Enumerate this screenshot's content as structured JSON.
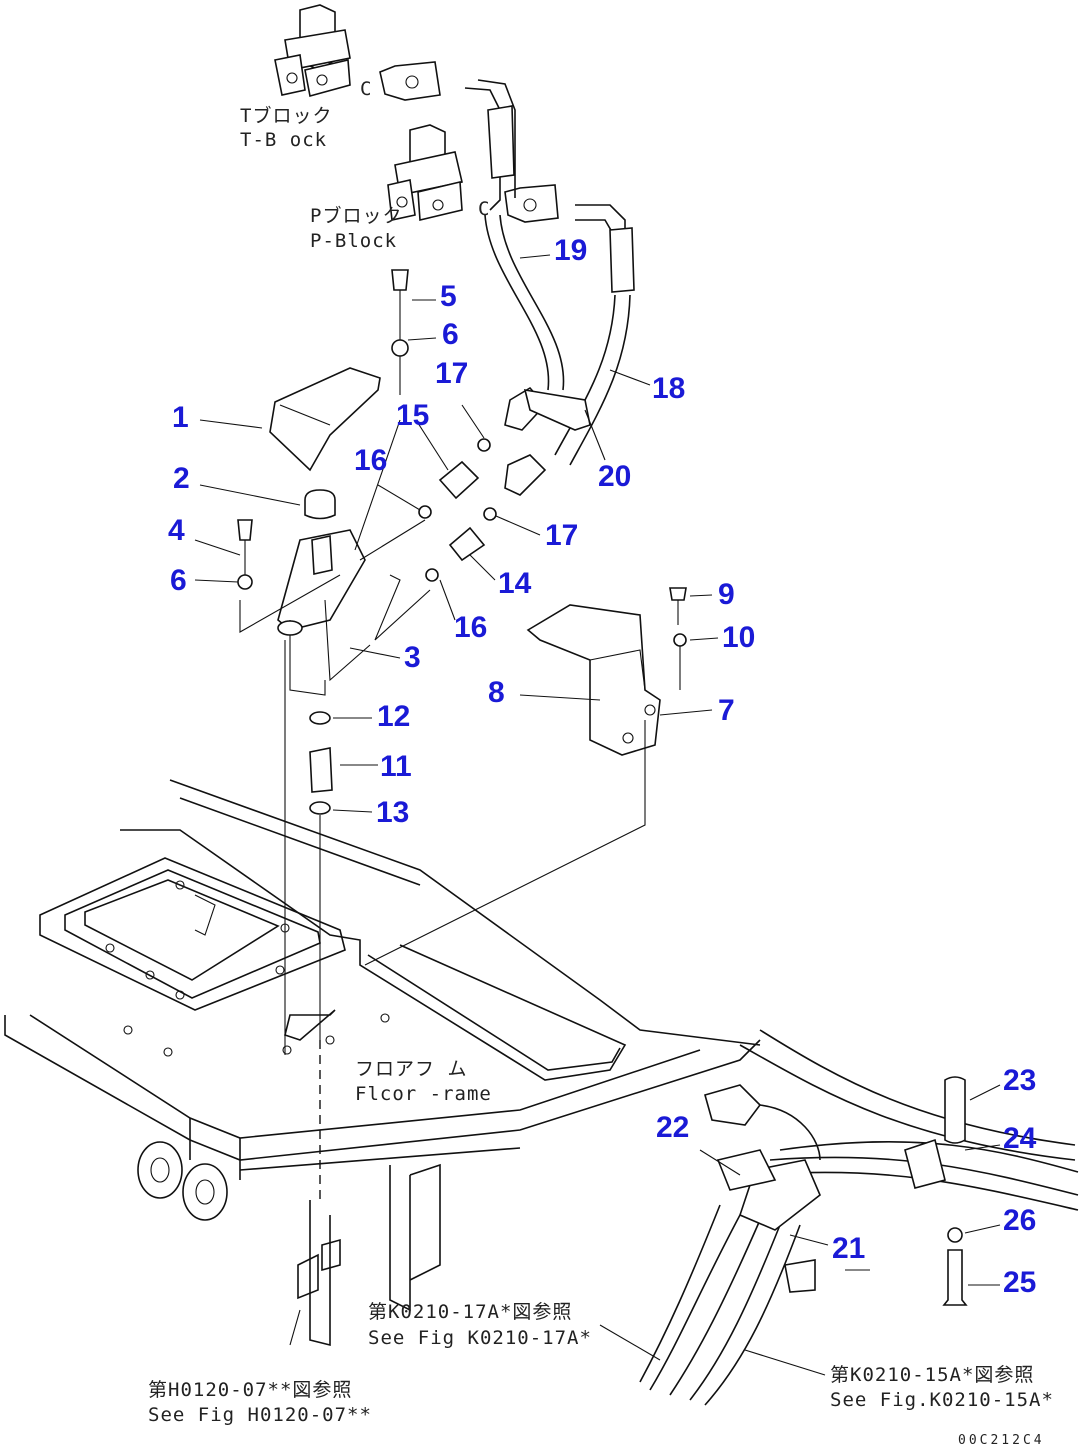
{
  "callouts": [
    {
      "id": "1",
      "text": "1"
    },
    {
      "id": "2",
      "text": "2"
    },
    {
      "id": "3",
      "text": "3"
    },
    {
      "id": "4",
      "text": "4"
    },
    {
      "id": "5",
      "text": "5"
    },
    {
      "id": "6a",
      "text": "6"
    },
    {
      "id": "6b",
      "text": "6"
    },
    {
      "id": "7",
      "text": "7"
    },
    {
      "id": "8",
      "text": "8"
    },
    {
      "id": "9",
      "text": "9"
    },
    {
      "id": "10",
      "text": "10"
    },
    {
      "id": "11",
      "text": "11"
    },
    {
      "id": "12",
      "text": "12"
    },
    {
      "id": "13",
      "text": "13"
    },
    {
      "id": "14",
      "text": "14"
    },
    {
      "id": "15",
      "text": "15"
    },
    {
      "id": "16a",
      "text": "16"
    },
    {
      "id": "16b",
      "text": "16"
    },
    {
      "id": "17a",
      "text": "17"
    },
    {
      "id": "17b",
      "text": "17"
    },
    {
      "id": "18",
      "text": "18"
    },
    {
      "id": "19",
      "text": "19"
    },
    {
      "id": "20",
      "text": "20"
    },
    {
      "id": "21",
      "text": "21"
    },
    {
      "id": "22",
      "text": "22"
    },
    {
      "id": "23",
      "text": "23"
    },
    {
      "id": "24",
      "text": "24"
    },
    {
      "id": "25",
      "text": "25"
    },
    {
      "id": "26",
      "text": "26"
    }
  ],
  "labels": {
    "t_block_jp": "Tブロック",
    "t_block_en": "T-B ock",
    "p_block_jp": "Pブロック",
    "p_block_en": "P-Block",
    "floor_frame_jp": "フロアフ ム",
    "floor_frame_en": "Flcor -rame",
    "ref_k0210_17a_jp": "第K0210-17A*図参照",
    "ref_k0210_17a_en": "See Fig K0210-17A*",
    "ref_h0120_07_jp": "第H0120-07**図参照",
    "ref_h0120_07_en": "See Fig H0120-07**",
    "ref_k0210_15a_jp": "第K0210-15A*図参照",
    "ref_k0210_15a_en": "See Fig.K0210-15A*",
    "drawing_code": "00C212C4"
  },
  "colors": {
    "callout": "#1a1ad6",
    "line": "#111111",
    "background": "#ffffff"
  }
}
